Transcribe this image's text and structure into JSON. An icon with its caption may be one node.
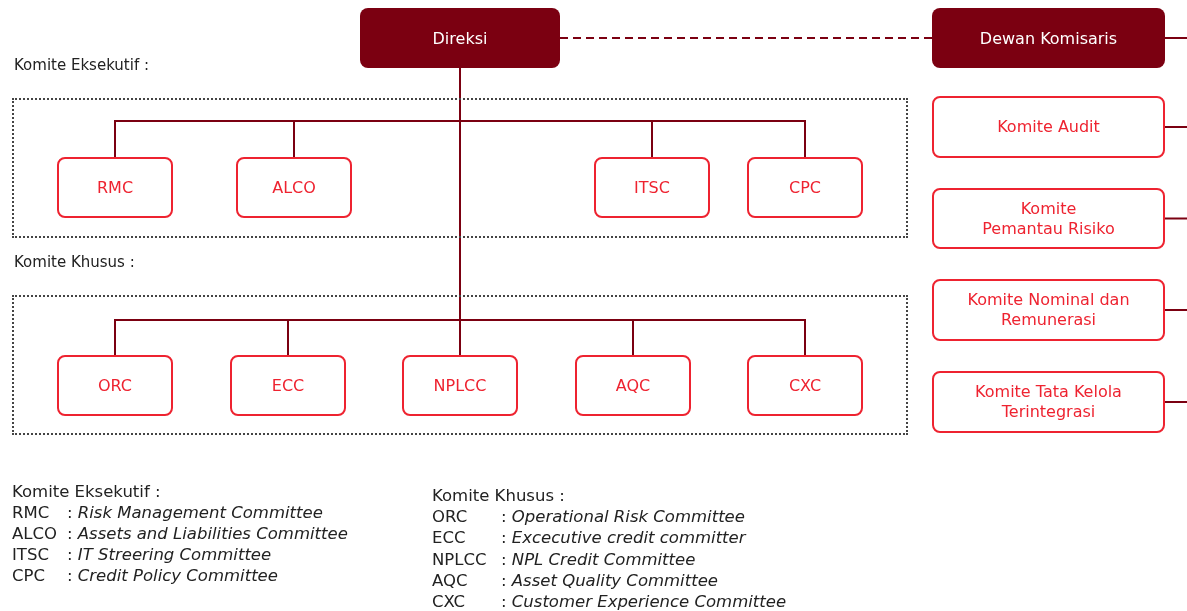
{
  "diagram": {
    "nodes": [
      {
        "text": [
          "Direksi"
        ]
      },
      {
        "text": [
          "Dewan Komisaris"
        ]
      },
      {
        "text": [
          "Komite Eksekutif :"
        ]
      },
      {
        "text": [
          "RMC"
        ],
        "in": 2
      },
      {
        "text": [
          "ALCO"
        ],
        "in": 2
      },
      {
        "text": [
          "ITSC"
        ],
        "in": 2
      },
      {
        "text": [
          "CPC"
        ],
        "in": 2
      },
      {
        "text": [
          "Komite Khusus :"
        ]
      },
      {
        "text": [
          "ORC"
        ],
        "in": 7
      },
      {
        "text": [
          "ECC"
        ],
        "in": 7
      },
      {
        "text": [
          "NPLCC"
        ],
        "in": 7
      },
      {
        "text": [
          "AQC"
        ],
        "in": 7
      },
      {
        "text": [
          "CXC"
        ],
        "in": 7
      },
      {
        "text": [
          "Komite Audit"
        ]
      },
      {
        "text": [
          "Komite Pemantau Risiko"
        ]
      },
      {
        "text": [
          "Komite Nominal dan Remunerasi"
        ]
      },
      {
        "text": [
          "Komite Tata Kelola Terintegrasi"
        ]
      }
    ],
    "edges": [
      {
        "from": 0,
        "to": 1,
        "arrow": "none",
        "style": "dashed"
      },
      {
        "from": 0,
        "to": 3,
        "arrow": "none"
      },
      {
        "from": 0,
        "to": 4,
        "arrow": "none"
      },
      {
        "from": 0,
        "to": 5,
        "arrow": "none"
      },
      {
        "from": 0,
        "to": 6,
        "arrow": "none"
      },
      {
        "from": 0,
        "to": 8,
        "arrow": "none"
      },
      {
        "from": 0,
        "to": 9,
        "arrow": "none"
      },
      {
        "from": 0,
        "to": 10,
        "arrow": "none"
      },
      {
        "from": 0,
        "to": 11,
        "arrow": "none"
      },
      {
        "from": 0,
        "to": 12,
        "arrow": "none"
      },
      {
        "from": 1,
        "to": null,
        "arrow": "none"
      },
      {
        "from": 13,
        "to": null,
        "arrow": "none"
      },
      {
        "from": 14,
        "to": null,
        "arrow": "none"
      },
      {
        "from": 15,
        "to": null,
        "arrow": "none"
      },
      {
        "from": 16,
        "to": null,
        "arrow": "none"
      }
    ],
    "labels": [
      "Komite Eksekutif :",
      "RMC",
      ": *Risk Management Committee*",
      "ALCO",
      ": *Assets and Liabilities Committee*",
      "ITSC",
      ": *IT Streering Committee*",
      "CPC",
      ": *Credit Policy Committee*",
      "Komite Khusus :",
      "ORC",
      ": *Operational Risk Committee*",
      "ECC",
      ": *Excecutive credit committer*",
      "NPLCC",
      ": *NPL Credit Committee*",
      "AQC",
      ": *Asset Quality Committee*",
      "CXC",
      ": *Customer Experience Committee*"
    ]
  }
}
